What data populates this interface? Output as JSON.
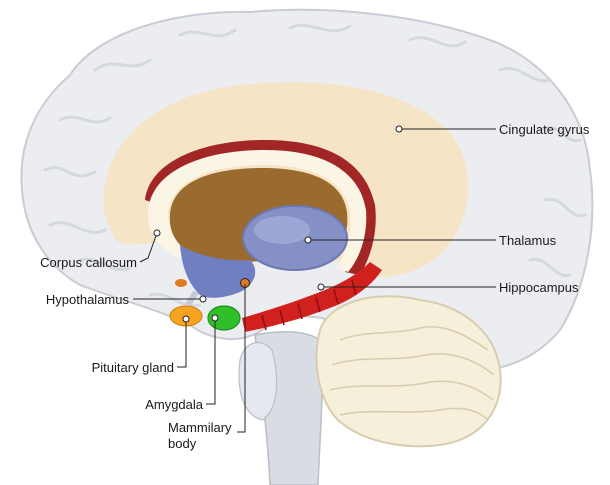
{
  "labels": {
    "cingulate_gyrus": "Cingulate gyrus",
    "thalamus": "Thalamus",
    "corpus_callosum": "Corpus callosum",
    "hypothalamus": "Hypothalamus",
    "hippocampus": "Hippocampus",
    "pituitary_gland": "Pituitary gland",
    "amygdala": "Amygdala",
    "mammilary_body_line1": "Mammilary",
    "mammilary_body_line2": "body"
  },
  "colors": {
    "cortex": "#ebedf1",
    "cortex_outline": "#c9ccd3",
    "cingulate": "#f6e3c2",
    "corpus_callosum_band": "#a32626",
    "corpus_callosum_inner": "#fbf5e6",
    "ventricle": "#9a6a2f",
    "thalamus": "#8591c6",
    "hypothalamus": "#6f7fc2",
    "hippocampus": "#d0211f",
    "amygdala": "#2fbf2a",
    "pituitary": "#f6a31f",
    "mammillary": "#e07a1f",
    "cerebellum": "#f6efd9",
    "brainstem": "#d9dde3"
  }
}
